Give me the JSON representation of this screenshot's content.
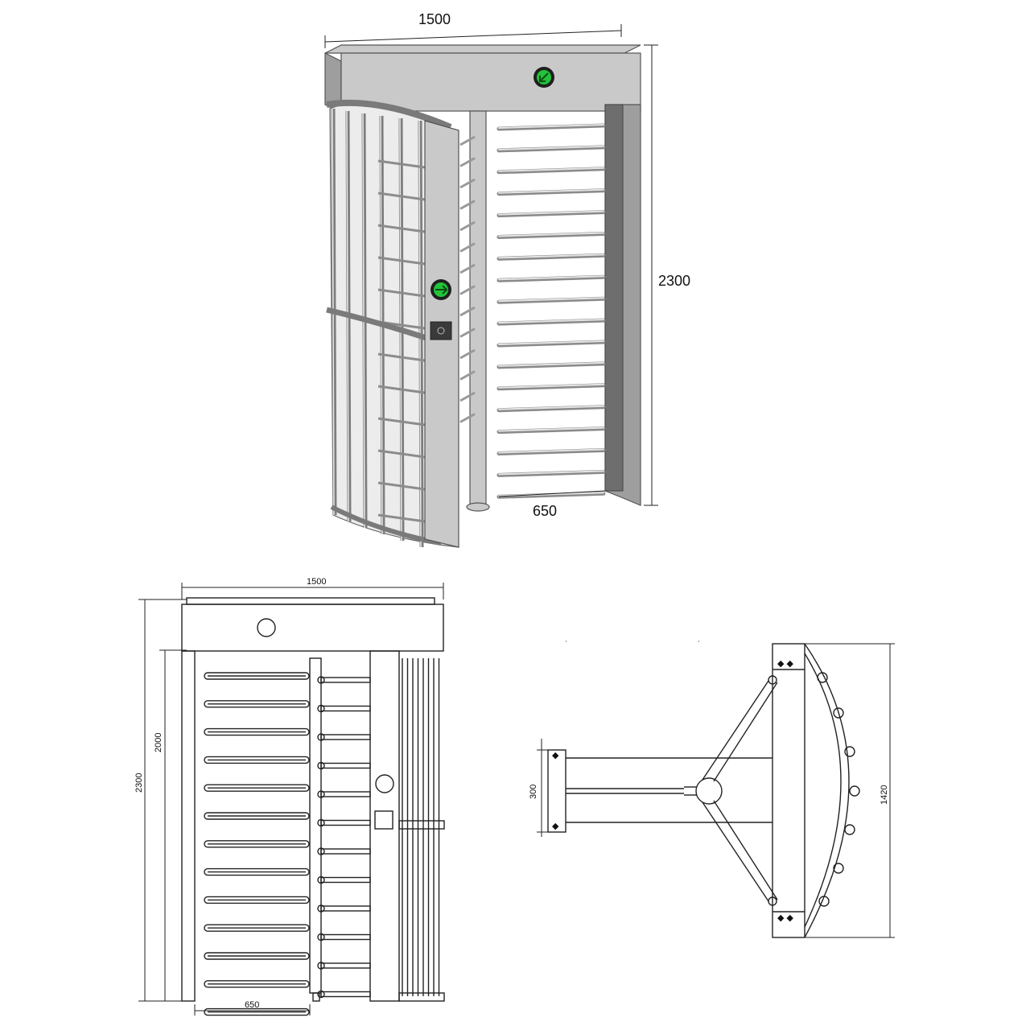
{
  "perspective_view": {
    "dim_width": "1500",
    "dim_height": "2300",
    "dim_arm": "650",
    "indicator_color": "#22c33a"
  },
  "front_view": {
    "dim_width": "1500",
    "dim_height_total": "2300",
    "dim_height_inner": "2000",
    "dim_arm": "650"
  },
  "top_view": {
    "dim_base": "300",
    "dim_depth": "1420"
  }
}
